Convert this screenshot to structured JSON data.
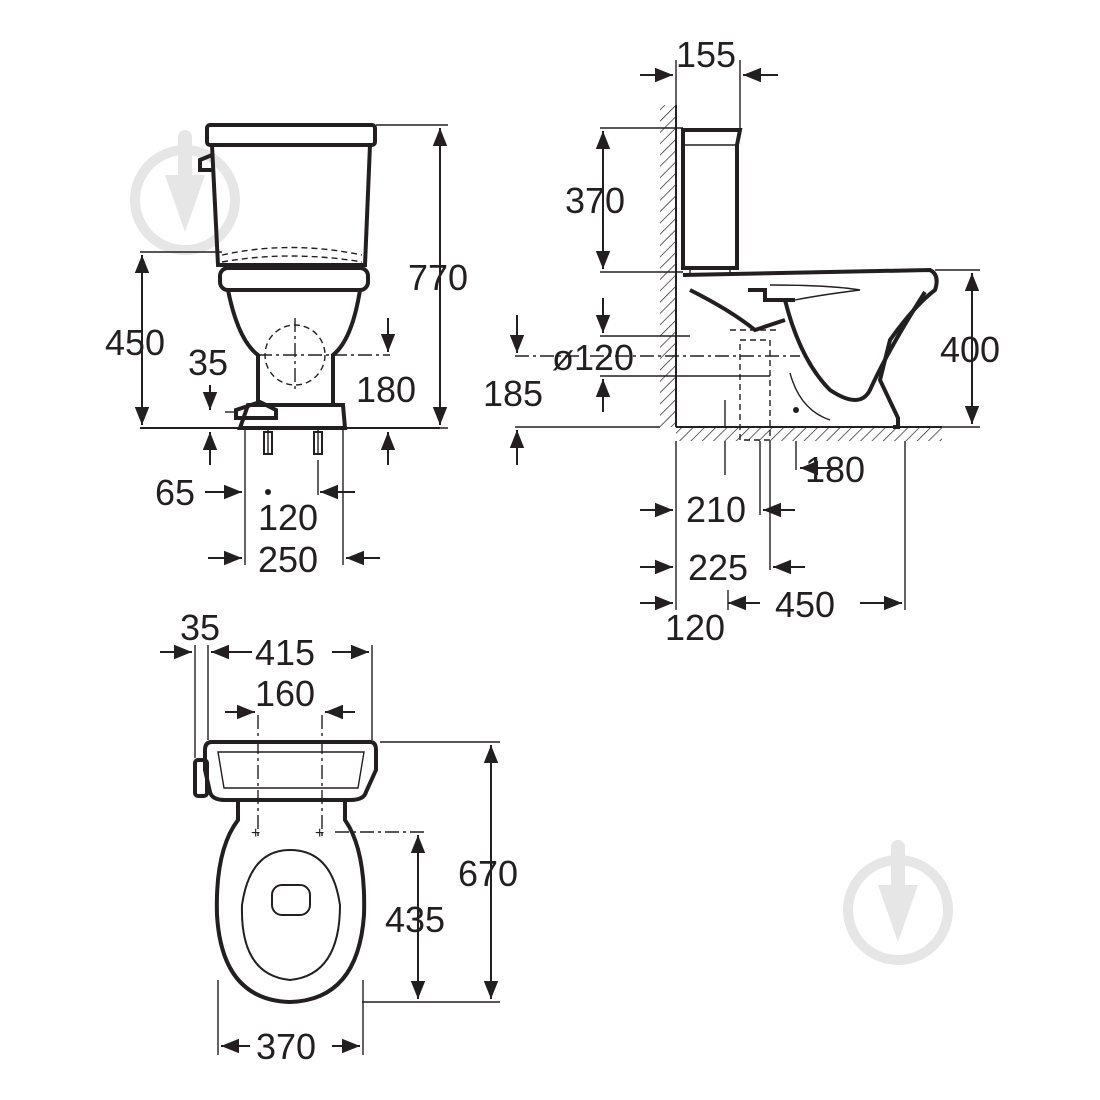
{
  "front_view": {
    "height_total": "770",
    "height_seat": "450",
    "fixing_height": "35",
    "outlet_height": "180",
    "bottom_offset": "65",
    "fixing_spacing": "120",
    "base_width": "250"
  },
  "side_view": {
    "tank_depth": "155",
    "tank_height": "370",
    "pan_height": "400",
    "outlet_diameter": "ø120",
    "outlet_center_height": "185",
    "fixing_from_outlet": "180",
    "dist_210": "210",
    "dist_225": "225",
    "dist_120": "120",
    "total_depth": "450"
  },
  "top_view": {
    "handle_offset": "35",
    "tank_width": "415",
    "fixing_spacing": "160",
    "total_length": "670",
    "fixing_to_front": "435",
    "bowl_width": "370"
  },
  "watermark": {
    "icon": "brand-logo-icon"
  }
}
